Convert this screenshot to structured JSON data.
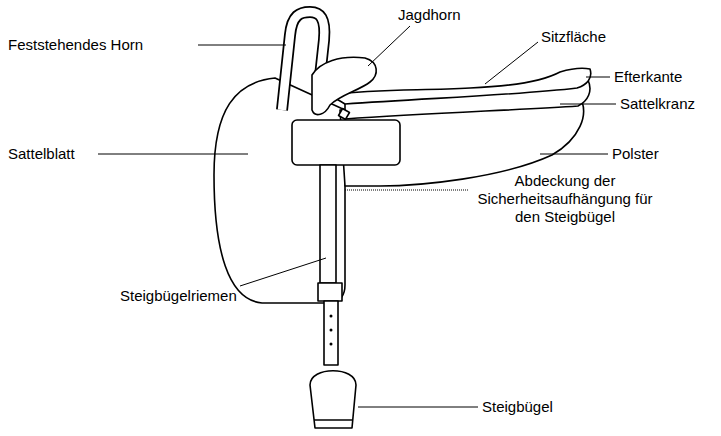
{
  "diagram": {
    "labels": [
      "Feststehendes Horn",
      "Jagdhorn",
      "Sitzfläche",
      "Efterkante",
      "Sattelkranz",
      "Sattelblatt",
      "Polster",
      "Abdeckung der Sicherheitsaufhängung für den Steigbügel",
      "Steigbügelriemen",
      "Steigbügel"
    ]
  }
}
